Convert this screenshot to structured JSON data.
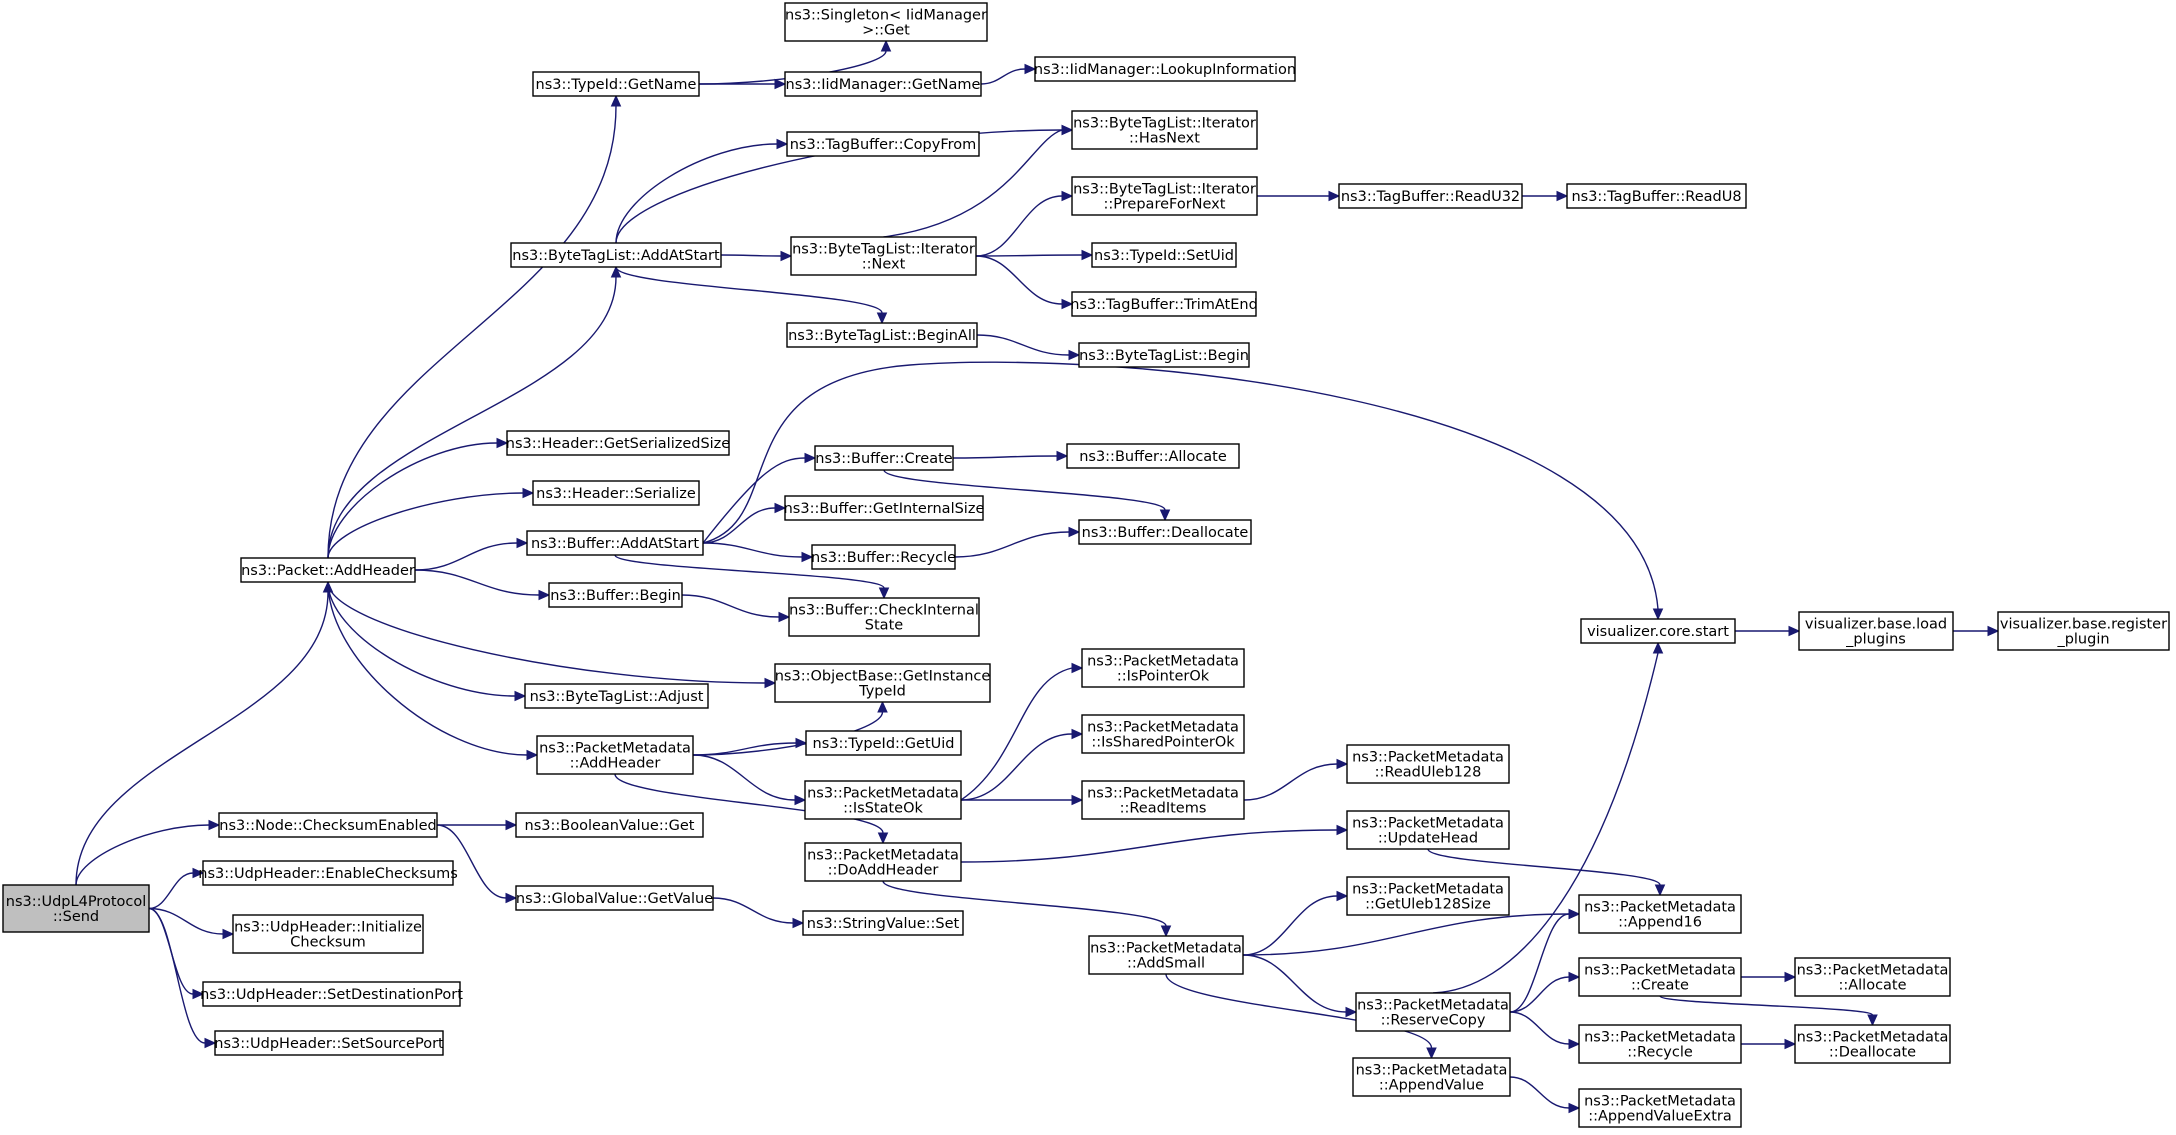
{
  "graph": {
    "root": "n_send",
    "nodes": [
      {
        "id": "n_send",
        "lines": [
          "ns3::UdpL4Protocol",
          "::Send"
        ]
      },
      {
        "id": "n_addheader",
        "lines": [
          "ns3::Packet::AddHeader"
        ]
      },
      {
        "id": "n_checksum",
        "lines": [
          "ns3::Node::ChecksumEnabled"
        ]
      },
      {
        "id": "n_enablechk",
        "lines": [
          "ns3::UdpHeader::EnableChecksums"
        ]
      },
      {
        "id": "n_initchk",
        "lines": [
          "ns3::UdpHeader::Initialize",
          "Checksum"
        ]
      },
      {
        "id": "n_setdst",
        "lines": [
          "ns3::UdpHeader::SetDestinationPort"
        ]
      },
      {
        "id": "n_setsrc",
        "lines": [
          "ns3::UdpHeader::SetSourcePort"
        ]
      },
      {
        "id": "n_tid_getname",
        "lines": [
          "ns3::TypeId::GetName"
        ]
      },
      {
        "id": "n_btl_addatstart",
        "lines": [
          "ns3::ByteTagList::AddAtStart"
        ]
      },
      {
        "id": "n_hdr_getsize",
        "lines": [
          "ns3::Header::GetSerializedSize"
        ]
      },
      {
        "id": "n_hdr_serialize",
        "lines": [
          "ns3::Header::Serialize"
        ]
      },
      {
        "id": "n_buf_addatstart",
        "lines": [
          "ns3::Buffer::AddAtStart"
        ]
      },
      {
        "id": "n_buf_begin",
        "lines": [
          "ns3::Buffer::Begin"
        ]
      },
      {
        "id": "n_btl_adjust",
        "lines": [
          "ns3::ByteTagList::Adjust"
        ]
      },
      {
        "id": "n_pm_addheader",
        "lines": [
          "ns3::PacketMetadata",
          "::AddHeader"
        ]
      },
      {
        "id": "n_bool_get",
        "lines": [
          "ns3::BooleanValue::Get"
        ]
      },
      {
        "id": "n_gv_getvalue",
        "lines": [
          "ns3::GlobalValue::GetValue"
        ]
      },
      {
        "id": "n_singleton_get",
        "lines": [
          "ns3::Singleton< IidManager",
          " >::Get"
        ]
      },
      {
        "id": "n_iid_getname",
        "lines": [
          "ns3::IidManager::GetName"
        ]
      },
      {
        "id": "n_iid_lookup",
        "lines": [
          "ns3::IidManager::LookupInformation"
        ]
      },
      {
        "id": "n_tb_copyfrom",
        "lines": [
          "ns3::TagBuffer::CopyFrom"
        ]
      },
      {
        "id": "n_btli_next",
        "lines": [
          "ns3::ByteTagList::Iterator",
          "::Next"
        ]
      },
      {
        "id": "n_btl_beginall",
        "lines": [
          "ns3::ByteTagList::BeginAll"
        ]
      },
      {
        "id": "n_btli_hasnext",
        "lines": [
          "ns3::ByteTagList::Iterator",
          "::HasNext"
        ]
      },
      {
        "id": "n_btli_prepare",
        "lines": [
          "ns3::ByteTagList::Iterator",
          "::PrepareForNext"
        ]
      },
      {
        "id": "n_tid_setuid",
        "lines": [
          "ns3::TypeId::SetUid"
        ]
      },
      {
        "id": "n_tb_trimatend",
        "lines": [
          "ns3::TagBuffer::TrimAtEnd"
        ]
      },
      {
        "id": "n_btl_begin",
        "lines": [
          "ns3::ByteTagList::Begin"
        ]
      },
      {
        "id": "n_tb_readu32",
        "lines": [
          "ns3::TagBuffer::ReadU32"
        ]
      },
      {
        "id": "n_tb_readu8",
        "lines": [
          "ns3::TagBuffer::ReadU8"
        ]
      },
      {
        "id": "n_buf_create",
        "lines": [
          "ns3::Buffer::Create"
        ]
      },
      {
        "id": "n_buf_getinternalsize",
        "lines": [
          "ns3::Buffer::GetInternalSize"
        ]
      },
      {
        "id": "n_buf_recycle",
        "lines": [
          "ns3::Buffer::Recycle"
        ]
      },
      {
        "id": "n_buf_checkinternal",
        "lines": [
          "ns3::Buffer::CheckInternal",
          "State"
        ]
      },
      {
        "id": "n_ob_getinstance",
        "lines": [
          "ns3::ObjectBase::GetInstance",
          "TypeId"
        ]
      },
      {
        "id": "n_tid_getuid",
        "lines": [
          "ns3::TypeId::GetUid"
        ]
      },
      {
        "id": "n_pm_isstateok",
        "lines": [
          "ns3::PacketMetadata",
          "::IsStateOk"
        ]
      },
      {
        "id": "n_pm_doaddheader",
        "lines": [
          "ns3::PacketMetadata",
          "::DoAddHeader"
        ]
      },
      {
        "id": "n_sv_set",
        "lines": [
          "ns3::StringValue::Set"
        ]
      },
      {
        "id": "n_buf_allocate",
        "lines": [
          "ns3::Buffer::Allocate"
        ]
      },
      {
        "id": "n_buf_deallocate",
        "lines": [
          "ns3::Buffer::Deallocate"
        ]
      },
      {
        "id": "n_vis_start",
        "lines": [
          "visualizer.core.start"
        ]
      },
      {
        "id": "n_vis_load",
        "lines": [
          "visualizer.base.load",
          "_plugins"
        ]
      },
      {
        "id": "n_vis_register",
        "lines": [
          "visualizer.base.register",
          "_plugin"
        ]
      },
      {
        "id": "n_pm_ispointerok",
        "lines": [
          "ns3::PacketMetadata",
          "::IsPointerOk"
        ]
      },
      {
        "id": "n_pm_issharedptrok",
        "lines": [
          "ns3::PacketMetadata",
          "::IsSharedPointerOk"
        ]
      },
      {
        "id": "n_pm_readitems",
        "lines": [
          "ns3::PacketMetadata",
          "::ReadItems"
        ]
      },
      {
        "id": "n_pm_readuleb",
        "lines": [
          "ns3::PacketMetadata",
          "::ReadUleb128"
        ]
      },
      {
        "id": "n_pm_updatehead",
        "lines": [
          "ns3::PacketMetadata",
          "::UpdateHead"
        ]
      },
      {
        "id": "n_pm_addsmall",
        "lines": [
          "ns3::PacketMetadata",
          "::AddSmall"
        ]
      },
      {
        "id": "n_pm_getulebsize",
        "lines": [
          "ns3::PacketMetadata",
          "::GetUleb128Size"
        ]
      },
      {
        "id": "n_pm_append16",
        "lines": [
          "ns3::PacketMetadata",
          "::Append16"
        ]
      },
      {
        "id": "n_pm_reservecopy",
        "lines": [
          "ns3::PacketMetadata",
          "::ReserveCopy"
        ]
      },
      {
        "id": "n_pm_appendvalue",
        "lines": [
          "ns3::PacketMetadata",
          "::AppendValue"
        ]
      },
      {
        "id": "n_pm_create",
        "lines": [
          "ns3::PacketMetadata",
          "::Create"
        ]
      },
      {
        "id": "n_pm_recycle",
        "lines": [
          "ns3::PacketMetadata",
          "::Recycle"
        ]
      },
      {
        "id": "n_pm_appendvalueextra",
        "lines": [
          "ns3::PacketMetadata",
          "::AppendValueExtra"
        ]
      },
      {
        "id": "n_pm_allocate",
        "lines": [
          "ns3::PacketMetadata",
          "::Allocate"
        ]
      },
      {
        "id": "n_pm_deallocate",
        "lines": [
          "ns3::PacketMetadata",
          "::Deallocate"
        ]
      }
    ],
    "edges": [
      [
        "n_send",
        "n_addheader"
      ],
      [
        "n_send",
        "n_checksum"
      ],
      [
        "n_send",
        "n_enablechk"
      ],
      [
        "n_send",
        "n_initchk"
      ],
      [
        "n_send",
        "n_setdst"
      ],
      [
        "n_send",
        "n_setsrc"
      ],
      [
        "n_addheader",
        "n_tid_getname"
      ],
      [
        "n_addheader",
        "n_btl_addatstart"
      ],
      [
        "n_addheader",
        "n_hdr_getsize"
      ],
      [
        "n_addheader",
        "n_hdr_serialize"
      ],
      [
        "n_addheader",
        "n_buf_addatstart"
      ],
      [
        "n_addheader",
        "n_buf_begin"
      ],
      [
        "n_addheader",
        "n_ob_getinstance"
      ],
      [
        "n_addheader",
        "n_btl_adjust"
      ],
      [
        "n_addheader",
        "n_pm_addheader"
      ],
      [
        "n_checksum",
        "n_bool_get"
      ],
      [
        "n_checksum",
        "n_gv_getvalue"
      ],
      [
        "n_tid_getname",
        "n_singleton_get"
      ],
      [
        "n_tid_getname",
        "n_iid_getname"
      ],
      [
        "n_iid_getname",
        "n_iid_lookup"
      ],
      [
        "n_btl_addatstart",
        "n_tb_copyfrom"
      ],
      [
        "n_btl_addatstart",
        "n_btli_hasnext"
      ],
      [
        "n_btl_addatstart",
        "n_btli_next"
      ],
      [
        "n_btl_addatstart",
        "n_btl_beginall"
      ],
      [
        "n_btli_next",
        "n_btli_hasnext"
      ],
      [
        "n_btli_next",
        "n_btli_prepare"
      ],
      [
        "n_btli_next",
        "n_tid_setuid"
      ],
      [
        "n_btli_next",
        "n_tb_trimatend"
      ],
      [
        "n_btli_prepare",
        "n_tb_readu32"
      ],
      [
        "n_tb_readu32",
        "n_tb_readu8"
      ],
      [
        "n_btl_beginall",
        "n_btl_begin"
      ],
      [
        "n_buf_addatstart",
        "n_vis_start"
      ],
      [
        "n_buf_addatstart",
        "n_buf_create"
      ],
      [
        "n_buf_addatstart",
        "n_buf_getinternalsize"
      ],
      [
        "n_buf_addatstart",
        "n_buf_recycle"
      ],
      [
        "n_buf_addatstart",
        "n_buf_checkinternal"
      ],
      [
        "n_buf_begin",
        "n_buf_checkinternal"
      ],
      [
        "n_buf_create",
        "n_buf_allocate"
      ],
      [
        "n_buf_create",
        "n_buf_deallocate"
      ],
      [
        "n_buf_recycle",
        "n_buf_deallocate"
      ],
      [
        "n_pm_addheader",
        "n_ob_getinstance"
      ],
      [
        "n_pm_addheader",
        "n_tid_getuid"
      ],
      [
        "n_pm_addheader",
        "n_pm_isstateok"
      ],
      [
        "n_pm_addheader",
        "n_pm_doaddheader"
      ],
      [
        "n_gv_getvalue",
        "n_sv_set"
      ],
      [
        "n_pm_isstateok",
        "n_pm_ispointerok"
      ],
      [
        "n_pm_isstateok",
        "n_pm_issharedptrok"
      ],
      [
        "n_pm_isstateok",
        "n_pm_readitems"
      ],
      [
        "n_pm_readitems",
        "n_pm_readuleb"
      ],
      [
        "n_pm_doaddheader",
        "n_pm_updatehead"
      ],
      [
        "n_pm_doaddheader",
        "n_pm_addsmall"
      ],
      [
        "n_pm_updatehead",
        "n_pm_append16"
      ],
      [
        "n_pm_addsmall",
        "n_pm_getulebsize"
      ],
      [
        "n_pm_addsmall",
        "n_pm_append16"
      ],
      [
        "n_pm_addsmall",
        "n_pm_reservecopy"
      ],
      [
        "n_pm_addsmall",
        "n_pm_appendvalue"
      ],
      [
        "n_pm_reservecopy",
        "n_vis_start"
      ],
      [
        "n_pm_reservecopy",
        "n_pm_append16"
      ],
      [
        "n_pm_reservecopy",
        "n_pm_create"
      ],
      [
        "n_pm_reservecopy",
        "n_pm_recycle"
      ],
      [
        "n_pm_appendvalue",
        "n_pm_appendvalueextra"
      ],
      [
        "n_pm_create",
        "n_pm_allocate"
      ],
      [
        "n_pm_create",
        "n_pm_deallocate"
      ],
      [
        "n_pm_recycle",
        "n_pm_deallocate"
      ],
      [
        "n_vis_start",
        "n_vis_load"
      ],
      [
        "n_vis_load",
        "n_vis_register"
      ]
    ]
  }
}
